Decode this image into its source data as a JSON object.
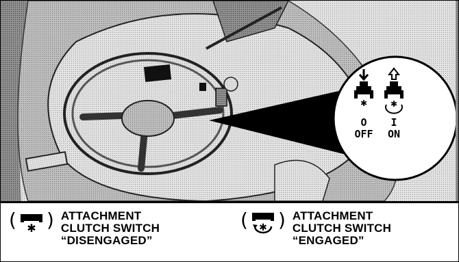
{
  "switch_callout": {
    "off_symbol": "O",
    "off_label": "OFF",
    "on_symbol": "I",
    "on_label": "ON"
  },
  "legend": {
    "disengaged": {
      "icon": "pto-switch-down-icon",
      "line1": "ATTACHMENT",
      "line2": "CLUTCH SWITCH",
      "line3": "“DISENGAGED”"
    },
    "engaged": {
      "icon": "pto-switch-up-rotate-icon",
      "line1": "ATTACHMENT",
      "line2": "CLUTCH SWITCH",
      "line3": "“ENGAGED”"
    }
  }
}
